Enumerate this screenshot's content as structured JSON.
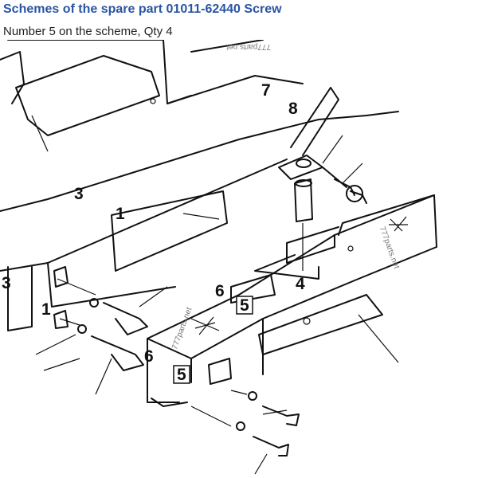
{
  "header": {
    "title": "Schemes of the spare part 01011-62440 Screw",
    "subtitle": "Number 5 on the scheme, Qty 4"
  },
  "diagram": {
    "callouts": [
      {
        "id": "c7",
        "text": "7"
      },
      {
        "id": "c8",
        "text": "8"
      },
      {
        "id": "c3a",
        "text": "3"
      },
      {
        "id": "c1a",
        "text": "1"
      },
      {
        "id": "c3b",
        "text": "3"
      },
      {
        "id": "c1b",
        "text": "1"
      },
      {
        "id": "c4",
        "text": "4"
      },
      {
        "id": "c6a",
        "text": "6"
      },
      {
        "id": "c5a",
        "text": "5"
      },
      {
        "id": "c6b",
        "text": "6"
      },
      {
        "id": "c5b",
        "text": "5"
      }
    ],
    "watermarks": [
      "777parts.net",
      "777parts.net",
      "777parts.net"
    ]
  }
}
